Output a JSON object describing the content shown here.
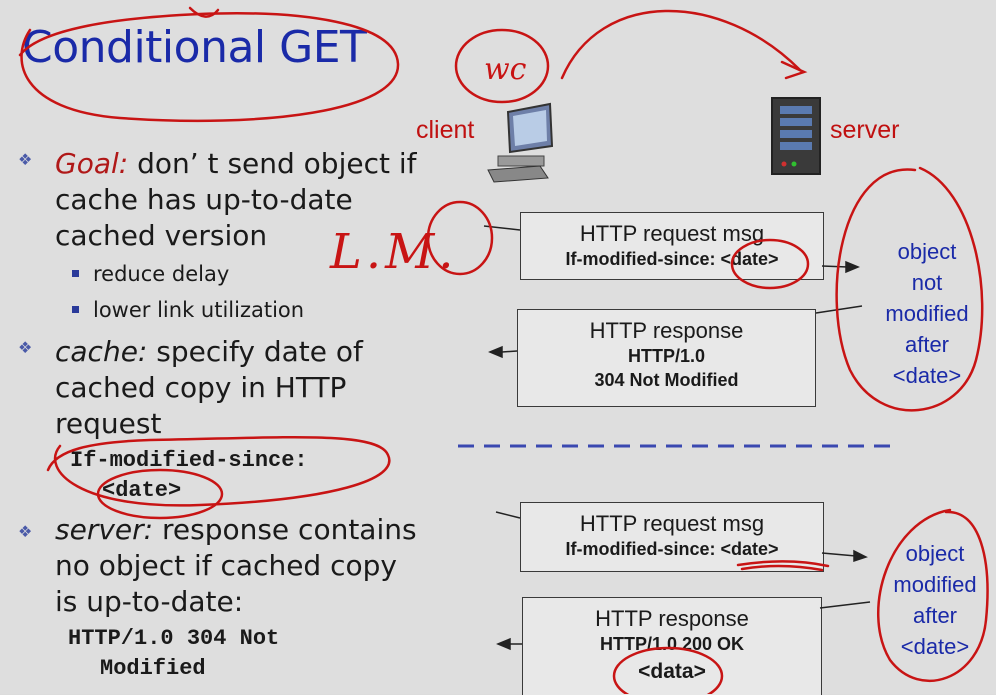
{
  "title": "Conditional GET",
  "annotations": {
    "wc": "wc",
    "lm": "L.M."
  },
  "labels": {
    "client": "client",
    "server": "server"
  },
  "bullets": {
    "goal_label": "Goal:",
    "goal_text_1": "don’ t send object if",
    "goal_text_2": "cache has up-to-date",
    "goal_text_3": "cached version",
    "sub_1": "reduce delay",
    "sub_2": "lower link utilization",
    "cache_label": "cache:",
    "cache_text_1": "specify date of",
    "cache_text_2": "cached copy in HTTP",
    "cache_text_3": "request",
    "code_1": "If-modified-since:",
    "code_2": "<date>",
    "server_label": "server:",
    "server_text_1": "response contains",
    "server_text_2": "no object if cached copy",
    "server_text_3": "is up-to-date:",
    "code_3": "HTTP/1.0 304 Not",
    "code_4": "Modified"
  },
  "scenario_1": {
    "request_title": "HTTP request msg",
    "request_header": "If-modified-since: <date>",
    "response_title": "HTTP response",
    "response_line_1": "HTTP/1.0",
    "response_line_2": "304 Not Modified",
    "side_1": "object",
    "side_2": "not",
    "side_3": "modified",
    "side_4": "after",
    "side_5": "<date>"
  },
  "scenario_2": {
    "request_title": "HTTP request msg",
    "request_header": "If-modified-since: <date>",
    "response_title": "HTTP response",
    "response_line_1": "HTTP/1.0 200 OK",
    "response_line_2": "<data>",
    "side_1": "object",
    "side_2": "modified",
    "side_3": "after",
    "side_4": "<date>"
  },
  "colors": {
    "title": "#1a2aa8",
    "annotation_red": "#c01010",
    "side_text": "#1a2aa8"
  },
  "icons": [
    "computer-icon",
    "server-icon",
    "arrow-icon",
    "bullet-diamond-icon",
    "bullet-square-icon"
  ]
}
